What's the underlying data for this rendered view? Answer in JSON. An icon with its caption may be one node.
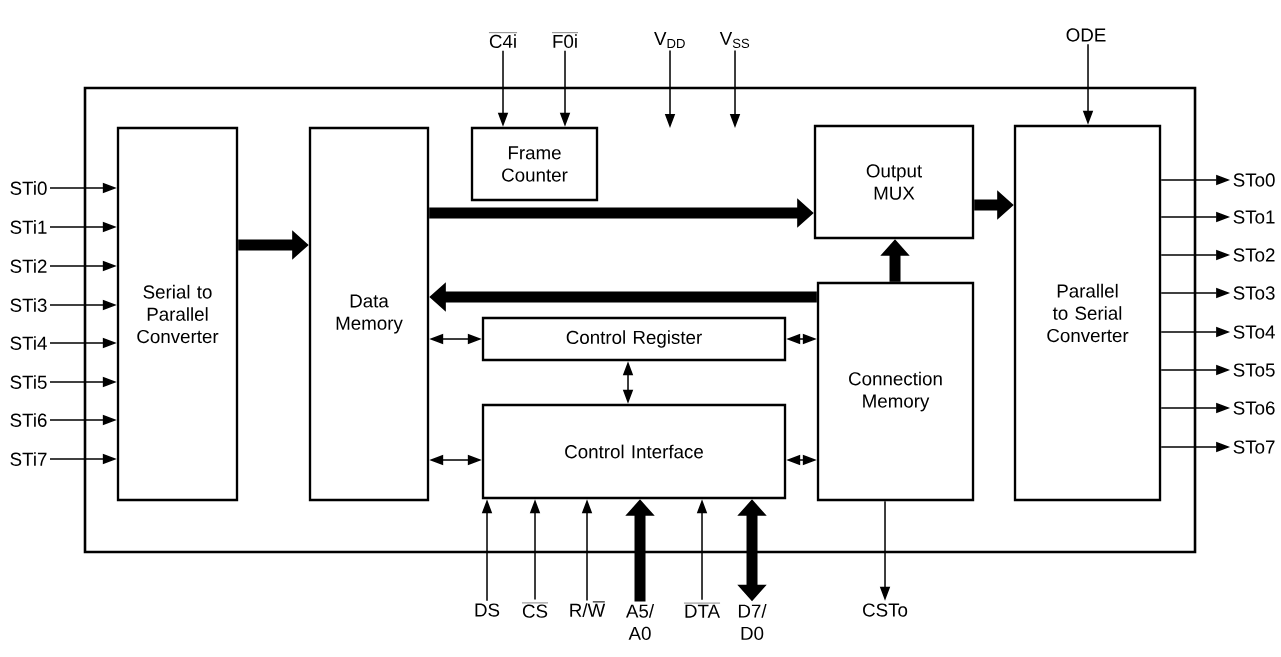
{
  "diagram": {
    "nodes": [
      {
        "text": [],
        "shape": "box"
      },
      {
        "text": [
          "Serial to Parallel Converter"
        ],
        "in": 0
      },
      {
        "text": [
          "Data Memory"
        ],
        "in": 0
      },
      {
        "text": [
          "Frame Counter"
        ],
        "in": 0
      },
      {
        "text": [
          "Output MUX"
        ],
        "in": 0
      },
      {
        "text": [
          "Control Register"
        ],
        "in": 0
      },
      {
        "text": [
          "Connection Memory"
        ],
        "in": 0
      },
      {
        "text": [
          "Control Interface"
        ],
        "in": 0
      },
      {
        "text": [
          "Parallel to Serial Converter"
        ],
        "in": 0
      },
      {
        "text": [
          "STi0"
        ]
      },
      {
        "text": [
          "STi1"
        ]
      },
      {
        "text": [
          "STi2"
        ]
      },
      {
        "text": [
          "STi3"
        ]
      },
      {
        "text": [
          "STi4"
        ]
      },
      {
        "text": [
          "STi5"
        ]
      },
      {
        "text": [
          "STi6"
        ]
      },
      {
        "text": [
          "STi7"
        ]
      },
      {
        "text": [
          "C4i"
        ]
      },
      {
        "text": [
          "F0i"
        ]
      },
      {
        "text": [
          "V$_{DD}$"
        ]
      },
      {
        "text": [
          "V$_{SS}$"
        ]
      },
      {
        "text": [
          "ODE"
        ]
      },
      {
        "text": [
          "STo0"
        ]
      },
      {
        "text": [
          "STo1"
        ]
      },
      {
        "text": [
          "STo2"
        ]
      },
      {
        "text": [
          "STo3"
        ]
      },
      {
        "text": [
          "STo4"
        ]
      },
      {
        "text": [
          "STo5"
        ]
      },
      {
        "text": [
          "STo6"
        ]
      },
      {
        "text": [
          "STo7"
        ]
      },
      {
        "text": [
          "DS"
        ]
      },
      {
        "text": [
          "CS"
        ]
      },
      {
        "text": [
          "R/W"
        ]
      },
      {
        "text": [
          "A5/ A0"
        ]
      },
      {
        "text": [
          "DTA"
        ]
      },
      {
        "text": [
          "D7/ D0"
        ]
      },
      {
        "text": [
          "CSTo"
        ]
      }
    ],
    "edges": [
      {
        "from": 9,
        "to": 1,
        "arrow": "to"
      },
      {
        "from": 10,
        "to": 1,
        "arrow": "to"
      },
      {
        "from": 11,
        "to": 1,
        "arrow": "to"
      },
      {
        "from": 12,
        "to": 1,
        "arrow": "to"
      },
      {
        "from": 13,
        "to": 1,
        "arrow": "to"
      },
      {
        "from": 14,
        "to": 1,
        "arrow": "to"
      },
      {
        "from": 15,
        "to": 1,
        "arrow": "to"
      },
      {
        "from": 16,
        "to": 1,
        "arrow": "to"
      },
      {
        "from": 1,
        "to": 2,
        "arrow": "to",
        "style": "thick"
      },
      {
        "from": 2,
        "to": 4,
        "arrow": "to",
        "style": "thick"
      },
      {
        "from": 6,
        "to": 2,
        "arrow": "to",
        "style": "thick"
      },
      {
        "from": 6,
        "to": 4,
        "arrow": "to",
        "style": "thick"
      },
      {
        "from": 4,
        "to": 8,
        "arrow": "to",
        "style": "thick"
      },
      {
        "from": 5,
        "to": 2,
        "arrow": "both"
      },
      {
        "from": 5,
        "to": 6,
        "arrow": "both"
      },
      {
        "from": 5,
        "to": 7,
        "arrow": "both"
      },
      {
        "from": 7,
        "to": 2,
        "arrow": "both"
      },
      {
        "from": 7,
        "to": 6,
        "arrow": "both"
      },
      {
        "from": 17,
        "to": 3,
        "arrow": "to"
      },
      {
        "from": 18,
        "to": 3,
        "arrow": "to"
      },
      {
        "from": 19,
        "to": null,
        "arrow": "to"
      },
      {
        "from": 20,
        "to": null,
        "arrow": "to"
      },
      {
        "from": 21,
        "to": 8,
        "arrow": "to"
      },
      {
        "from": 30,
        "to": 7,
        "arrow": "to"
      },
      {
        "from": 31,
        "to": 7,
        "arrow": "to"
      },
      {
        "from": 32,
        "to": 7,
        "arrow": "to"
      },
      {
        "from": 33,
        "to": 7,
        "arrow": "to",
        "style": "thick"
      },
      {
        "from": 34,
        "to": 7,
        "arrow": "to"
      },
      {
        "from": 35,
        "to": 7,
        "arrow": "both",
        "style": "thick"
      },
      {
        "from": 6,
        "to": 36,
        "arrow": "to"
      },
      {
        "from": 8,
        "to": 22,
        "arrow": "to"
      },
      {
        "from": 8,
        "to": 23,
        "arrow": "to"
      },
      {
        "from": 8,
        "to": 24,
        "arrow": "to"
      },
      {
        "from": 8,
        "to": 25,
        "arrow": "to"
      },
      {
        "from": 8,
        "to": 26,
        "arrow": "to"
      },
      {
        "from": 8,
        "to": 27,
        "arrow": "to"
      },
      {
        "from": 8,
        "to": 28,
        "arrow": "to"
      },
      {
        "from": 8,
        "to": 29,
        "arrow": "to"
      }
    ]
  }
}
